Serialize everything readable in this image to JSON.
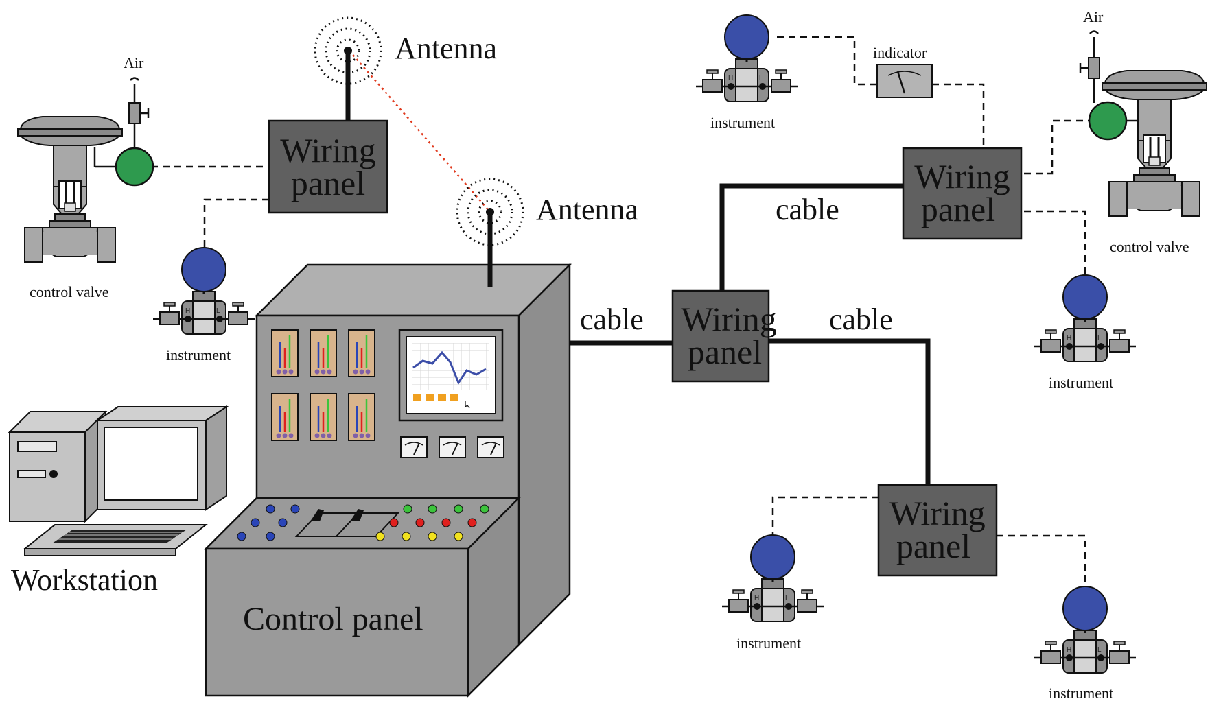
{
  "labels": {
    "antenna_1": "Antenna",
    "antenna_2": "Antenna",
    "workstation": "Workstation",
    "control_panel": "Control panel",
    "cable_1": "cable",
    "cable_2": "cable",
    "cable_3": "cable",
    "indicator": "indicator",
    "air_1": "Air",
    "air_2": "Air",
    "control_valve_1": "control valve",
    "control_valve_2": "control valve",
    "instrument_1": "instrument",
    "instrument_2": "instrument",
    "instrument_3": "instrument",
    "instrument_4": "instrument",
    "instrument_5": "instrument",
    "transmitter_high": "H",
    "transmitter_low": "L"
  },
  "wiring_panels": [
    {
      "line1": "Wiring",
      "line2": "panel"
    },
    {
      "line1": "Wiring",
      "line2": "panel"
    },
    {
      "line1": "Wiring",
      "line2": "panel"
    },
    {
      "line1": "Wiring",
      "line2": "panel"
    }
  ],
  "colors": {
    "panel_fill": "#606060",
    "cabinet_fill": "#9a9a9a",
    "transmitter_head": "#3a4fa8",
    "positioner": "#2e9a4e",
    "valve_body": "#a9a9a9",
    "wireless_link": "#e03a1e",
    "lamp_red": "#e0201e",
    "lamp_green": "#3cc43c",
    "lamp_yellow": "#f2e21e",
    "lamp_blue": "#2a45b8",
    "trend_line": "#3c4ea8",
    "trend_bars": "#f0a020"
  },
  "icons": [
    "antenna-icon",
    "wireless-signal-icon",
    "control-valve-icon",
    "pressure-transmitter-icon",
    "analog-indicator-icon",
    "computer-icon",
    "keyboard-icon",
    "control-cabinet-icon"
  ]
}
